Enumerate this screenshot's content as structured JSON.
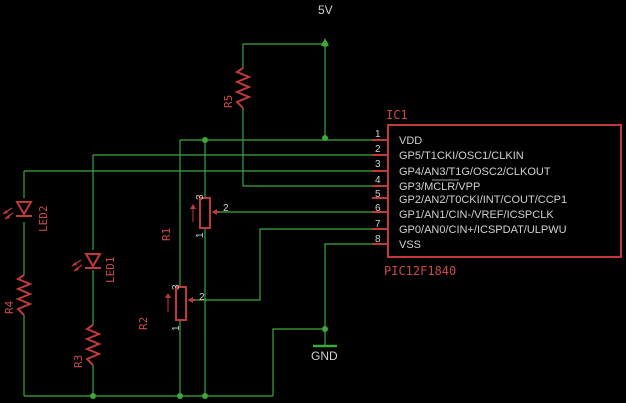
{
  "supply": {
    "vcc_label": "5V",
    "gnd_label": "GND"
  },
  "ic": {
    "ref": "IC1",
    "part": "PIC12F1840",
    "pins": [
      {
        "num": "1",
        "name": "VDD"
      },
      {
        "num": "2",
        "name": "GP5/T1CKI/OSC1/CLKIN"
      },
      {
        "num": "3",
        "name": "GP4/AN3/T1G/OSC2/CLKOUT"
      },
      {
        "num": "4",
        "name": "GP3/MCLR/VPP"
      },
      {
        "num": "5",
        "name": "GP2/AN2/T0CKI/INT/COUT/CCP1"
      },
      {
        "num": "6",
        "name": "GP1/AN1/CIN-/VREF/ICSPCLK"
      },
      {
        "num": "7",
        "name": "GP0/AN0/CIN+/ICSPDAT/ULPWU"
      },
      {
        "num": "8",
        "name": "VSS"
      }
    ]
  },
  "components": {
    "r5": "R5",
    "r4": "R4",
    "r3": "R3",
    "r1": "R1",
    "r2": "R2",
    "led1": "LED1",
    "led2": "LED2"
  },
  "pot_pins": {
    "p1": "1",
    "p2": "2",
    "p3": "3"
  },
  "colors": {
    "wire": "#3aa83a",
    "part": "#c03a3a",
    "background": "#000000",
    "text": "#d0d0d0"
  }
}
